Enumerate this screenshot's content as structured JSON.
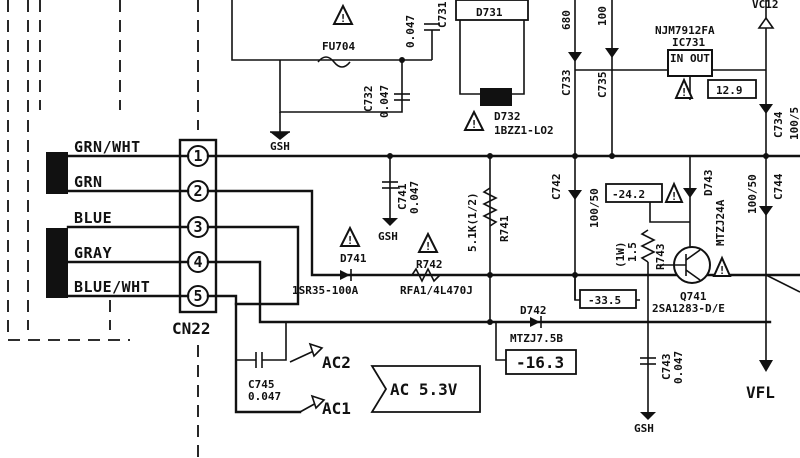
{
  "wires": [
    {
      "pin": "1",
      "label": "GRN/WHT"
    },
    {
      "pin": "2",
      "label": "GRN"
    },
    {
      "pin": "3",
      "label": "BLUE"
    },
    {
      "pin": "4",
      "label": "GRAY"
    },
    {
      "pin": "5",
      "label": "BLUE/WHT"
    }
  ],
  "connector": {
    "label": "CN22"
  },
  "parts": {
    "fu704": "FU704",
    "c731": "C731",
    "c731_val": "0.047",
    "c732": "C732",
    "c732_val": "0.047",
    "d731": "D731",
    "d732": "D732",
    "d732_part": "1BZZ1-LO2",
    "gsh": "GSH",
    "c733": "C733",
    "c733_val": "680",
    "c735": "C735",
    "c735_val": "100",
    "ic731_part": "NJM7912FA",
    "ic731": "IC731",
    "ic_in": "IN",
    "ic_out": "OUT",
    "vc_top": "VC12",
    "c741": "C741",
    "c741_val": "0.047",
    "d741": "D741",
    "d741_part": "1SR35-100A",
    "r742": "R742",
    "r742_part": "RFA1/4L470J",
    "r741": "R741",
    "r741_val": "5.1K(1/2)",
    "c742": "C742",
    "c742_val": "100/50",
    "d743": "D743",
    "d743_part": "MTZJ24A",
    "r743": "R743",
    "r743_val": "1.5",
    "r743_watt": "(1W)",
    "c744": "C744",
    "c744_val": "100/50",
    "c734": "C734",
    "c734_val": "100/5",
    "q741": "Q741",
    "q741_part": "2SA1283-D/E",
    "d742": "D742",
    "d742_part": "MTZJ7.5B",
    "c743": "C743",
    "c743_val": "0.047",
    "c745": "C745",
    "c745_val": "0.047",
    "ac1": "AC1",
    "ac2": "AC2",
    "vfl": "VFL"
  },
  "voltages": {
    "v_top": "12.9",
    "v_24": "-24.2",
    "v_33": "-33.5",
    "v_16": "-16.3",
    "v_ac": "AC 5.3V"
  },
  "safety_mark": "!"
}
